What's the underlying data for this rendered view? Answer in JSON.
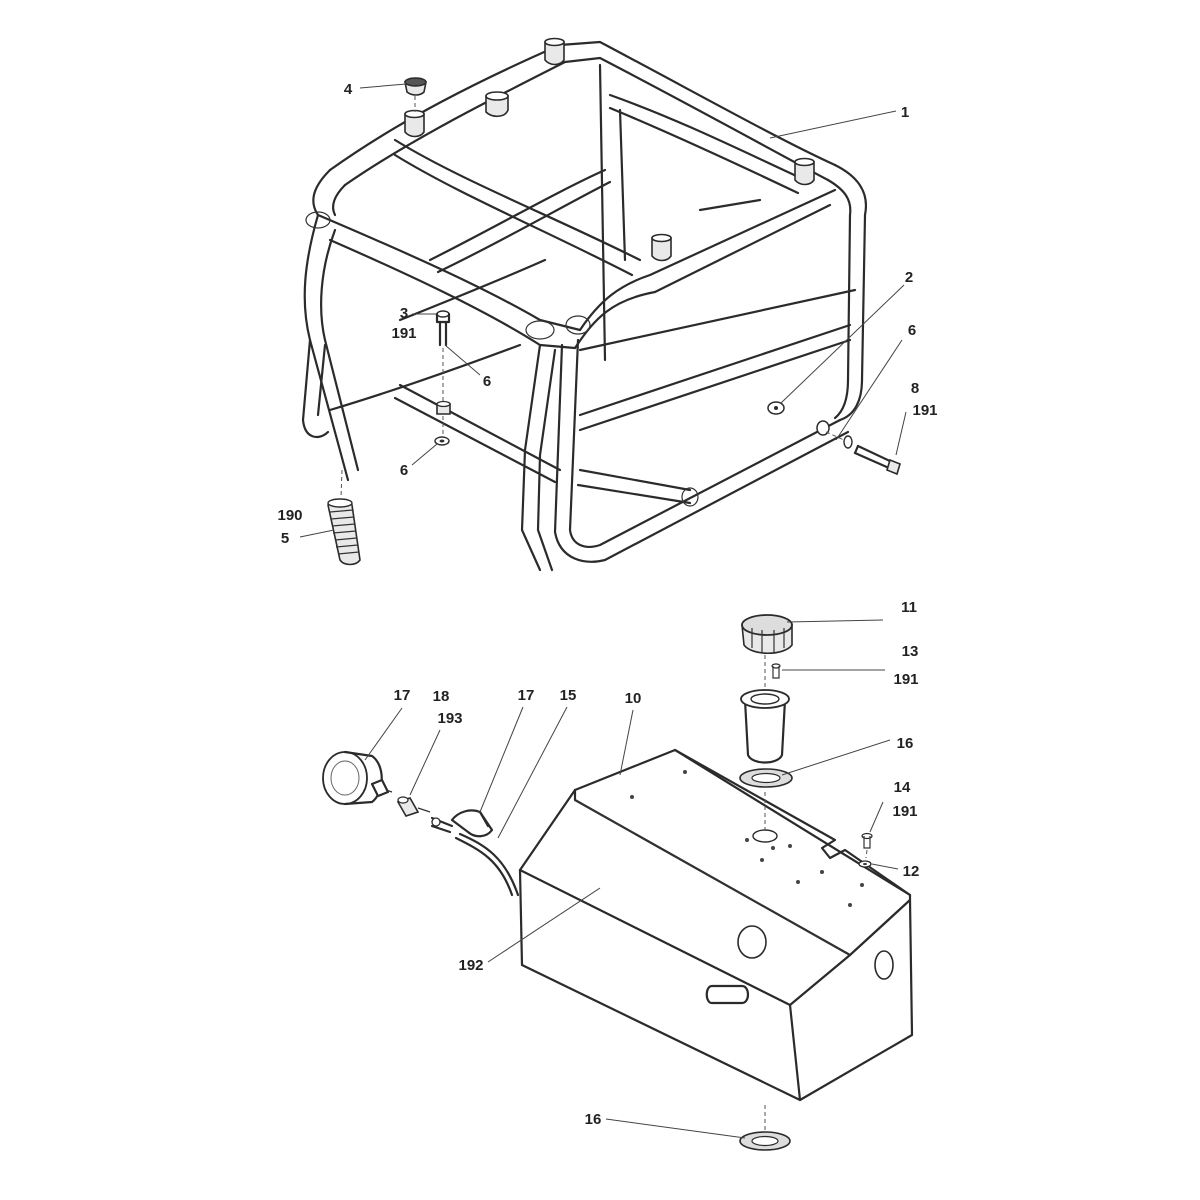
{
  "labels": {
    "p1": "1",
    "p2": "2",
    "p3": "3",
    "p191a": "191",
    "p4": "4",
    "p5": "5",
    "p190": "190",
    "p6a": "6",
    "p6b": "6",
    "p6c": "6",
    "p8": "8",
    "p191b": "191",
    "p10": "10",
    "p11": "11",
    "p12": "12",
    "p13": "13",
    "p191c": "191",
    "p14": "14",
    "p191d": "191",
    "p15": "15",
    "p16a": "16",
    "p16b": "16",
    "p17a": "17",
    "p17b": "17",
    "p18": "18",
    "p193": "193",
    "p192": "192"
  }
}
